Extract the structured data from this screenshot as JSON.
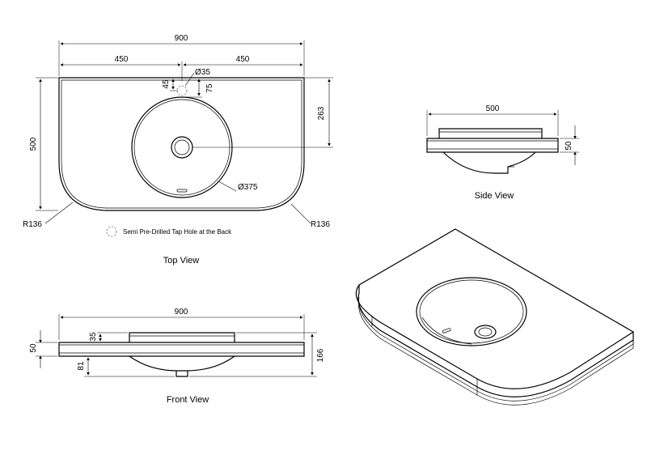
{
  "top_view": {
    "title": "Top View",
    "width_total": "900",
    "width_left": "450",
    "width_right": "450",
    "depth": "500",
    "tap_hole_dia": "Ø35",
    "tap_offset_a": "45",
    "tap_offset_b": "75",
    "bowl_offset": "263",
    "bowl_dia": "Ø375",
    "radius_left": "R136",
    "radius_right": "R136",
    "note": "Semi Pre-Drilled Tap Hole at the Back"
  },
  "side_view": {
    "title": "Side View",
    "width": "500",
    "height": "50"
  },
  "front_view": {
    "title": "Front View",
    "width": "900",
    "top_thickness": "50",
    "rim": "35",
    "bowl_depth": "81",
    "total_height": "166"
  }
}
